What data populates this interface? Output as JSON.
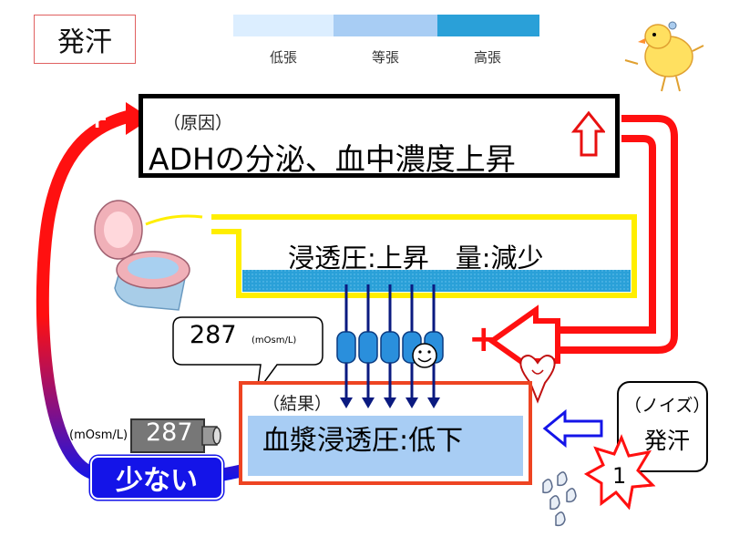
{
  "title": "発汗",
  "legend": [
    {
      "label": "低張",
      "color": "#dceeff"
    },
    {
      "label": "等張",
      "color": "#a8cdf4"
    },
    {
      "label": "高張",
      "color": "#2aa0d8"
    }
  ],
  "cause": {
    "tag": "（原因）",
    "text": "ADHの分泌、血中濃度上昇"
  },
  "kidney": {
    "text": "浸透圧:上昇　量:減少"
  },
  "bubble": {
    "value": "287",
    "unit": "(mOsm/L)"
  },
  "result": {
    "tag": "（結果）",
    "text": "血漿浸透圧:低下"
  },
  "meter": {
    "unit": "(mOsm/L)",
    "value": "287"
  },
  "low_label": "少ない",
  "noise": {
    "tag": "（ノイズ）",
    "text": "発汗"
  },
  "burst_number": "1",
  "plus_sign": "+",
  "colors": {
    "red": "#ff1010",
    "blue": "#1414e8",
    "yellow": "#ffee00",
    "hypertonic": "#2aa0d8",
    "isotonic": "#a8cdf4"
  }
}
